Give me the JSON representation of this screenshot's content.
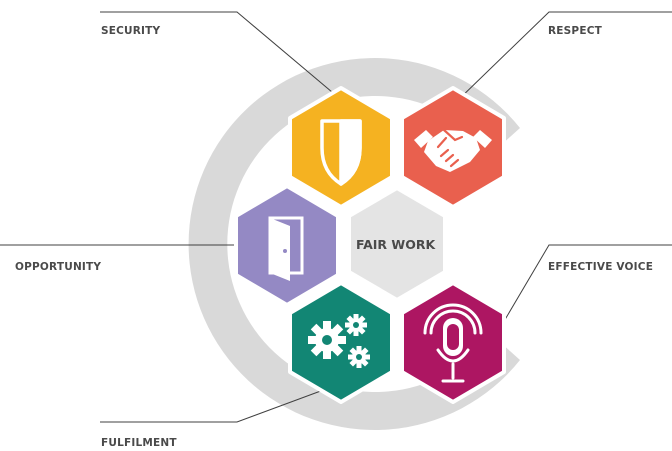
{
  "center": {
    "label": "FAIR WORK"
  },
  "dimensions": [
    {
      "key": "security",
      "label": "SECURITY",
      "color": "#F5B221",
      "icon": "shield-icon"
    },
    {
      "key": "respect",
      "label": "RESPECT",
      "color": "#E9604E",
      "icon": "handshake-icon"
    },
    {
      "key": "opportunity",
      "label": "OPPORTUNITY",
      "color": "#9489C4",
      "icon": "door-icon"
    },
    {
      "key": "effective_voice",
      "label": "EFFECTIVE VOICE",
      "color": "#AD1662",
      "icon": "microphone-icon"
    },
    {
      "key": "fulfilment",
      "label": "FULFILMENT",
      "color": "#128674",
      "icon": "gears-icon"
    }
  ],
  "colors": {
    "background_c": "#D9D9D9",
    "center_hex": "#E4E4E4",
    "leader_lines": "#404040",
    "label_text": "#4A4A4A"
  }
}
